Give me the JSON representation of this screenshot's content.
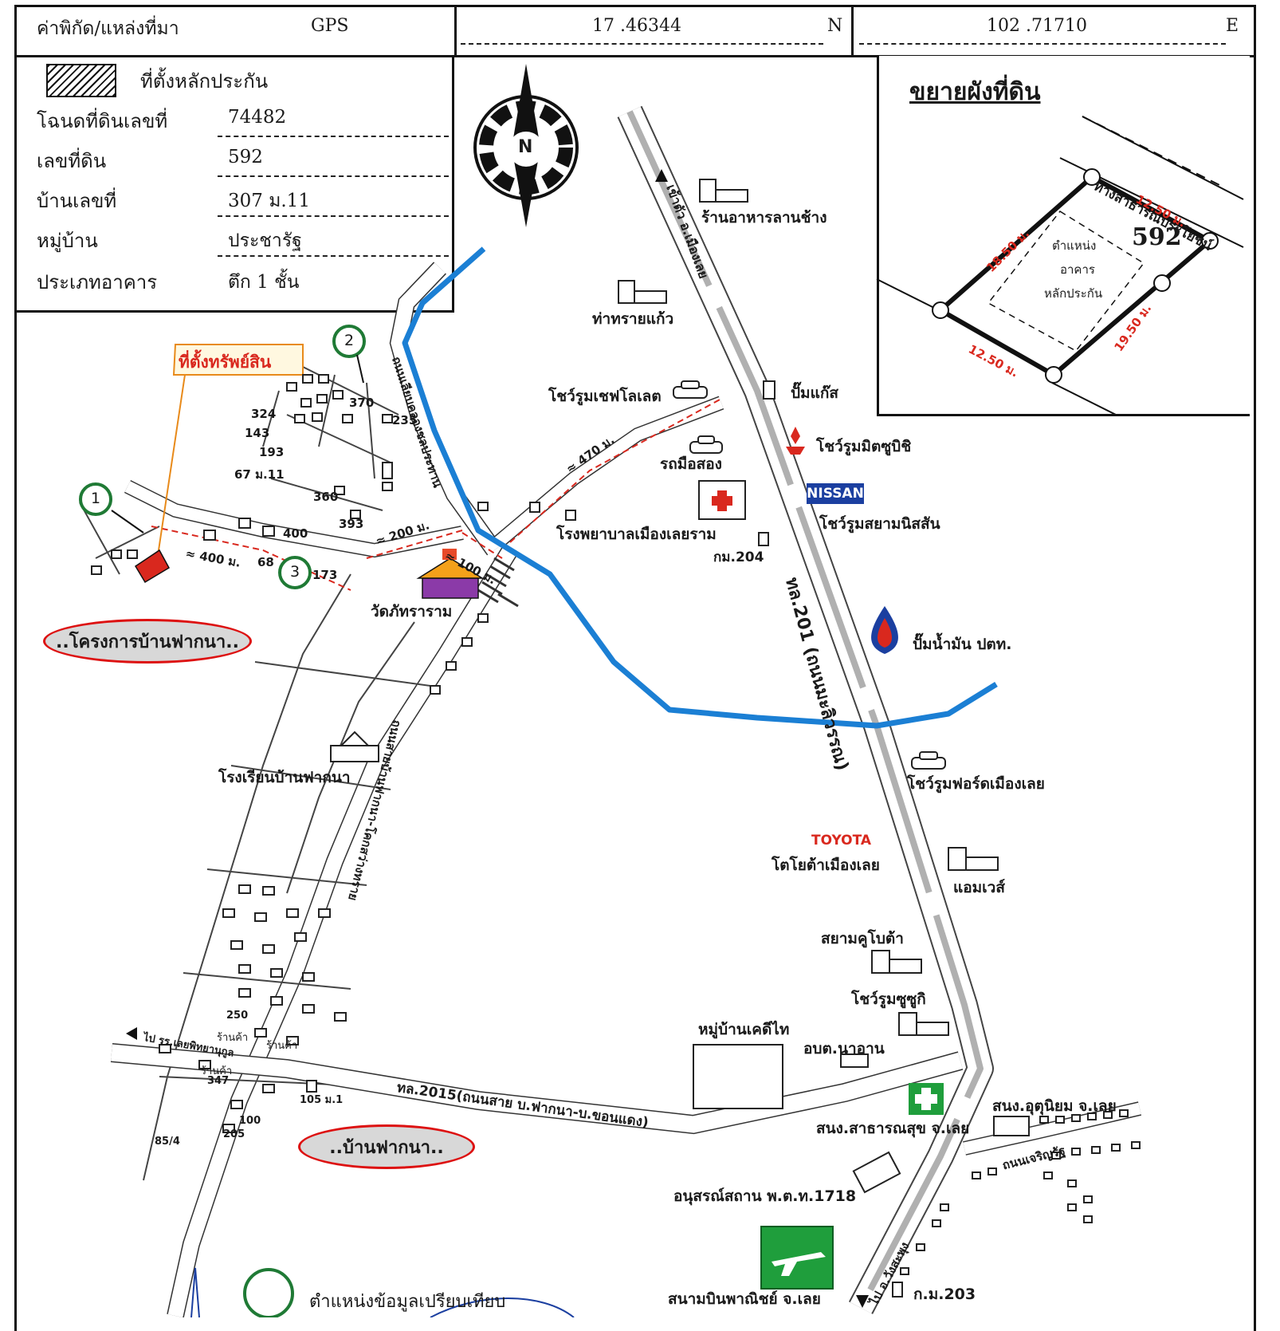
{
  "header": {
    "source_label": "ค่าพิกัด/แหล่งที่มา",
    "source_value": "GPS",
    "lat": "17 .46344",
    "lat_dir": "N",
    "lon": "102 .71710",
    "lon_dir": "E"
  },
  "info": {
    "legend_collateral": "ที่ตั้งหลักประกัน",
    "rows": [
      {
        "label": "โฉนดที่ดินเลขที่",
        "value": "74482"
      },
      {
        "label": "เลขที่ดิน",
        "value": "592"
      },
      {
        "label": "บ้านเลขที่",
        "value": "307 ม.11"
      },
      {
        "label": "หมู่บ้าน",
        "value": "ประชารัฐ"
      },
      {
        "label": "ประเภทอาคาร",
        "value": "ตึก 1 ชั้น"
      }
    ]
  },
  "compass": {
    "north": "N"
  },
  "inset": {
    "title": "ขยายผังที่ดิน",
    "road": "ทางสาธารณประโยชน์",
    "plot_no": "592",
    "building_label": [
      "ตำแหน่ง",
      "อาคาร",
      "หลักประกัน"
    ],
    "dims": [
      "12.50 ม.",
      "18.50 ม.",
      "19.50 ม.",
      "12.50 ม."
    ]
  },
  "map": {
    "asset_label": "ที่ตั้งทรัพย์สิน",
    "markers": [
      "1",
      "2",
      "3"
    ],
    "distances": [
      "≈ 400 ม.",
      "≈ 200 ม.",
      "≈ 100 ม.",
      "≈ 470 ม."
    ],
    "house_numbers": [
      "324",
      "143",
      "193",
      "67 ม.11",
      "370",
      "235",
      "360",
      "393",
      "400",
      "68",
      "173",
      "250",
      "347",
      "85/4",
      "100",
      "205",
      "105 ม.1"
    ],
    "roads": {
      "hw201": "ทล.201 (ถนนมะลิวรรณ)",
      "to_loei": "เข้าตัว อ.เมืองเลย",
      "canal_road": "ถนนเลียบคลองชลประทาน",
      "village_road": "ถนนสายบ้านฟากนา-โคกสว่างทราย",
      "hw2015": "ทล.2015(ถนนสาย บ.ฟากนา-บ.ขอนแดง)",
      "to_school": "ไป รร.เลยพิทยานุกูล",
      "jaroenrat": "ถนนเจริญรัฐ",
      "to_wangsaphung": "ไป อ.วังสะพุง"
    },
    "landmarks": {
      "restaurant": "ร้านอาหารลานช้าง",
      "thasai": "ท่าทรายแก้ว",
      "chevrolet": "โชว์รูมเชฟโลเลต",
      "gas": "ปั๊มแก๊ส",
      "mitsubishi": "โชว์รูมมิตซูบิชิ",
      "usedcar": "รถมือสอง",
      "nissan": "โชว์รูมสยามนิสสัน",
      "hospital": "โรงพยาบาลเมืองเลยราม",
      "km204": "กม.204",
      "temple": "วัดภัทราราม",
      "ptt": "ปั๊มน้ำมัน ปตท.",
      "project": "..โครงการบ้านฟากนา..",
      "school": "โรงเรียนบ้านฟากนา",
      "ford": "โชว์รูมฟอร์ดเมืองเลย",
      "toyota": "โตโยต้าเมืองเลย",
      "amway": "แอมเวส์",
      "kubota": "สยามคูโบต้า",
      "suzuki": "โชว์รูมซูซูกิ",
      "kedthai": "หมู่บ้านเคดีไท",
      "obt": "อบต.นาอาน",
      "health": "สนง.สาธารณสุข จ.เลย",
      "industry": "สนง.อุตุนิยม จ.เลย",
      "village": "..บ้านฟากนา..",
      "monument": "อนุสรณ์สถาน พ.ต.ท.1718",
      "airport": "สนามบินพาณิชย์ จ.เลย",
      "km203": "ก.ม.203",
      "shop1": "ร้านค้า",
      "shop2": "ร้านค้า",
      "shop3": "ร้านค้า"
    },
    "brands": {
      "nissan": "NISSAN",
      "toyota": "TOYOTA"
    },
    "legend_compare": "ตำแหน่งข้อมูลเปรียบเทียบ"
  },
  "colors": {
    "canal": "#1b7fd4",
    "marker": "#1f7a35",
    "red": "#d9281e",
    "highway": "#b0b0b0",
    "sign": "#1f9e3c"
  }
}
